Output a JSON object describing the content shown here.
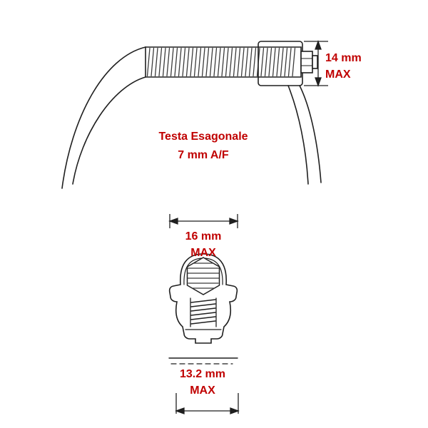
{
  "labels": {
    "dim14": {
      "value": "14 mm",
      "qualifier": "MAX"
    },
    "head_note": {
      "line1": "Testa Esagonale",
      "line2": "7 mm A/F"
    },
    "dim16": {
      "value": "16 mm",
      "qualifier": "MAX"
    },
    "dim132": {
      "value": "13.2 mm",
      "qualifier": "MAX"
    }
  },
  "colors": {
    "annotation": "#C00000",
    "linework": "#1F1F1F",
    "background": "#FFFFFF"
  }
}
